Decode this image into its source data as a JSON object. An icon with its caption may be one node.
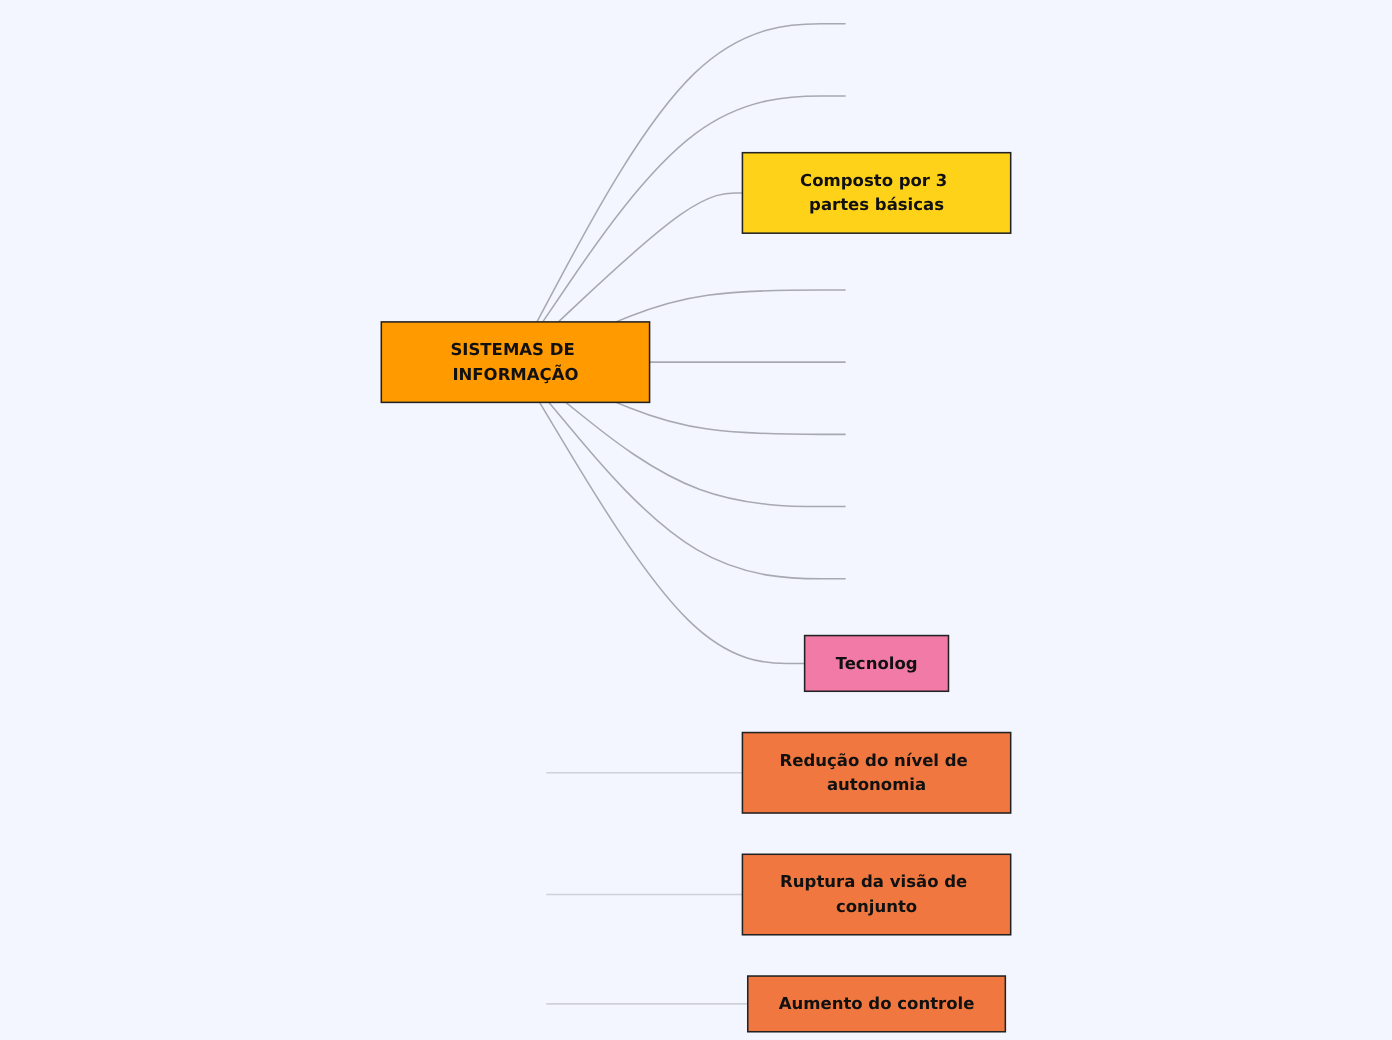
{
  "diagram": {
    "nodes": [
      {
        "text": [
          "Redução do nível de autonomia"
        ]
      },
      {
        "text": [
          "Ruptura da visão de conjunto"
        ]
      },
      {
        "text": [
          "Aumento do controle"
        ]
      },
      {
        "text": [
          "Composto por 3 partes básicas"
        ]
      },
      {
        "text": [
          "SISTEMAS DE INFORMAÇÃO"
        ]
      },
      {
        "text": [
          "Tecnolog"
        ]
      }
    ],
    "edges": [
      {
        "from": null,
        "to": 0,
        "arrow": "none",
        "color": "#d0d0d8"
      },
      {
        "from": null,
        "to": 1,
        "arrow": "none",
        "color": "#d0d0d8"
      },
      {
        "from": null,
        "to": 2,
        "arrow": "none",
        "color": "#d0d0d8"
      },
      {
        "from": 4,
        "to": null,
        "arrow": "none"
      },
      {
        "from": 4,
        "to": null,
        "arrow": "none"
      },
      {
        "from": 4,
        "to": 3,
        "arrow": "none"
      },
      {
        "from": 4,
        "to": null,
        "arrow": "none"
      },
      {
        "from": 4,
        "to": null,
        "arrow": "none"
      },
      {
        "from": 4,
        "to": null,
        "arrow": "none"
      },
      {
        "from": 4,
        "to": null,
        "arrow": "none"
      },
      {
        "from": 4,
        "to": null,
        "arrow": "none"
      },
      {
        "from": 4,
        "to": 5,
        "arrow": "none"
      }
    ]
  }
}
